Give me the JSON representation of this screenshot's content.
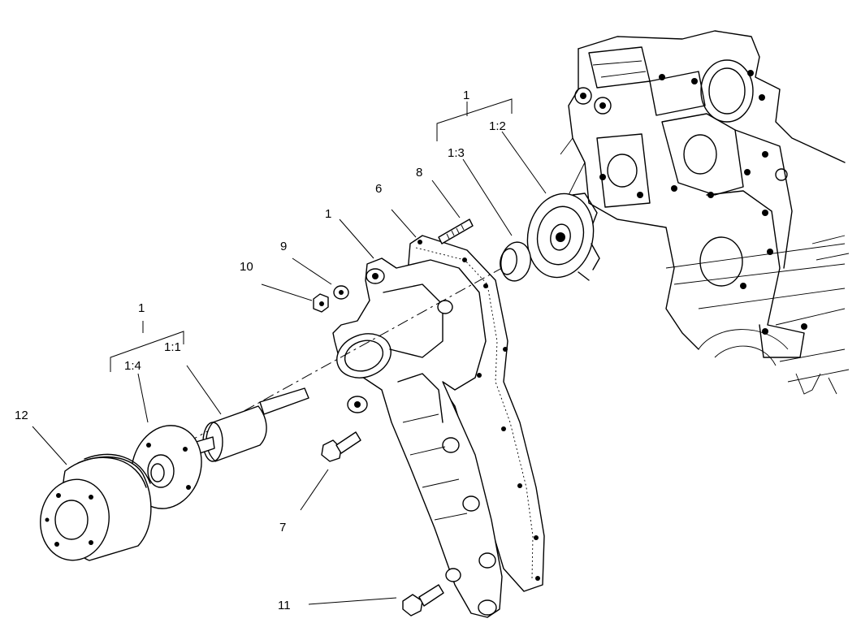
{
  "callouts": {
    "c1_top": "1",
    "c1_2": "1:2",
    "c1_3": "1:3",
    "c8": "8",
    "c6": "6",
    "c1_housing": "1",
    "c9": "9",
    "c10": "10",
    "c1_left": "1",
    "c1_4": "1:4",
    "c1_1": "1:1",
    "c12": "12",
    "c7": "7",
    "c11": "11"
  }
}
